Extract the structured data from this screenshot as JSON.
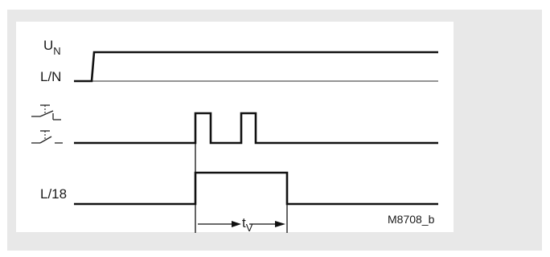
{
  "labels": {
    "supply": "U",
    "supply_sub": "N",
    "neutral": "L/N",
    "output": "L/18",
    "time": "t",
    "time_sub": "V",
    "figure_code": "M8708_b"
  },
  "icons": {
    "switch_no_contact": "pushbutton-no-contact-symbol",
    "switch_nc_contact": "pushbutton-contact-symbol"
  }
}
